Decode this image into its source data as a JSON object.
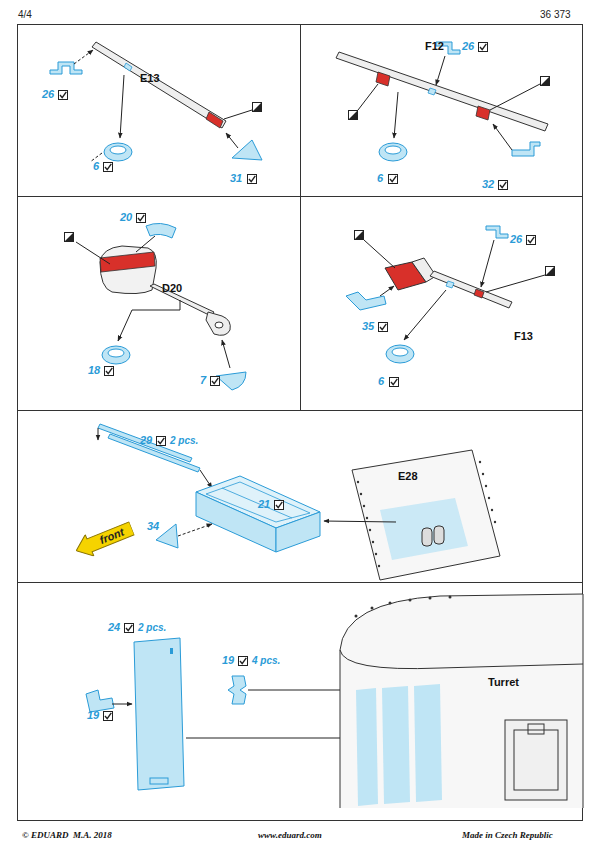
{
  "diagram": {
    "nodes": [
      {
        "text": [
          "front"
        ]
      }
    ],
    "labels": [
      "4/4",
      "36 373",
      "E13",
      "26",
      "6",
      "31",
      "F12",
      "26",
      "6",
      "32",
      "20",
      "D20",
      "18",
      "7",
      "26",
      "35",
      "F13",
      "6",
      "29",
      "2 pcs.",
      "21",
      "E28",
      "34",
      "24",
      "2 pcs.",
      "19",
      "19",
      "4 pcs.",
      "Turret",
      "© EDUARD  M.A. 2018",
      "www.eduard.com",
      "Made in Czech Republic"
    ]
  }
}
